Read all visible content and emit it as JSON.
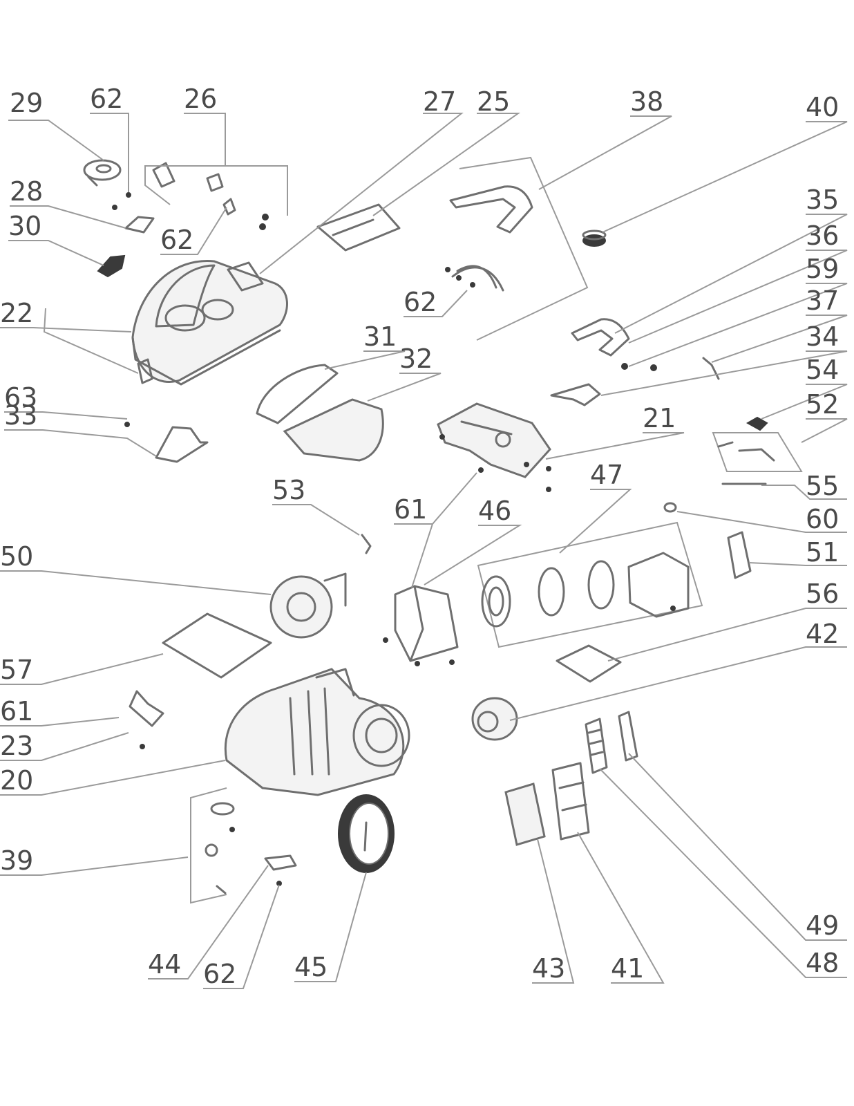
{
  "callouts": [
    {
      "id": "c29a",
      "label": "29"
    },
    {
      "id": "c62a",
      "label": "62"
    },
    {
      "id": "c26",
      "label": "26"
    },
    {
      "id": "c27",
      "label": "27"
    },
    {
      "id": "c25",
      "label": "25"
    },
    {
      "id": "c38",
      "label": "38"
    },
    {
      "id": "c40",
      "label": "40"
    },
    {
      "id": "c28",
      "label": "28"
    },
    {
      "id": "c30",
      "label": "30"
    },
    {
      "id": "c62b",
      "label": "62"
    },
    {
      "id": "c35",
      "label": "35"
    },
    {
      "id": "c36",
      "label": "36"
    },
    {
      "id": "c59",
      "label": "59"
    },
    {
      "id": "c37",
      "label": "37"
    },
    {
      "id": "c62c",
      "label": "62"
    },
    {
      "id": "c22",
      "label": "22"
    },
    {
      "id": "c31",
      "label": "31"
    },
    {
      "id": "c34",
      "label": "34"
    },
    {
      "id": "c32",
      "label": "32"
    },
    {
      "id": "c54",
      "label": "54"
    },
    {
      "id": "c63",
      "label": "63"
    },
    {
      "id": "c33",
      "label": "33"
    },
    {
      "id": "c21",
      "label": "21"
    },
    {
      "id": "c52",
      "label": "52"
    },
    {
      "id": "c47",
      "label": "47"
    },
    {
      "id": "c53",
      "label": "53"
    },
    {
      "id": "c55",
      "label": "55"
    },
    {
      "id": "c61a",
      "label": "61"
    },
    {
      "id": "c46",
      "label": "46"
    },
    {
      "id": "c60",
      "label": "60"
    },
    {
      "id": "c50",
      "label": "50"
    },
    {
      "id": "c51",
      "label": "51"
    },
    {
      "id": "c56",
      "label": "56"
    },
    {
      "id": "c42",
      "label": "42"
    },
    {
      "id": "c57",
      "label": "57"
    },
    {
      "id": "c61b",
      "label": "61"
    },
    {
      "id": "c23",
      "label": "23"
    },
    {
      "id": "c20",
      "label": "20"
    },
    {
      "id": "c39",
      "label": "39"
    },
    {
      "id": "c49",
      "label": "49"
    },
    {
      "id": "c44",
      "label": "44"
    },
    {
      "id": "c62d",
      "label": "62"
    },
    {
      "id": "c45",
      "label": "45"
    },
    {
      "id": "c43",
      "label": "43"
    },
    {
      "id": "c41",
      "label": "41"
    },
    {
      "id": "c48",
      "label": "48"
    }
  ]
}
